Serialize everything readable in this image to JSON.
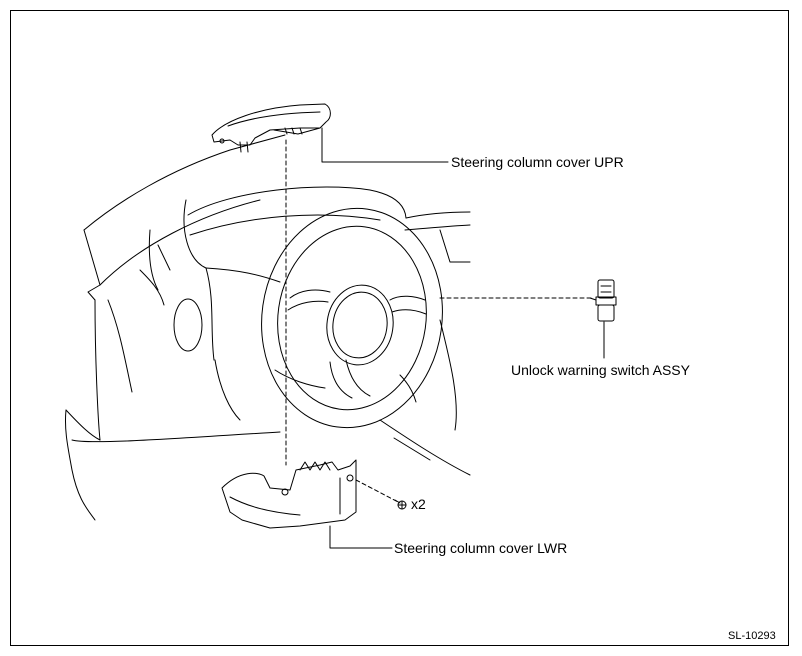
{
  "labels": {
    "upper_cover": "Steering column cover UPR",
    "unlock_switch": "Unlock warning switch ASSY",
    "lower_cover": "Steering column cover LWR",
    "screw_qty": "x2"
  },
  "figure_id": "SL-10293",
  "colors": {
    "line": "#000000",
    "background": "#ffffff"
  }
}
